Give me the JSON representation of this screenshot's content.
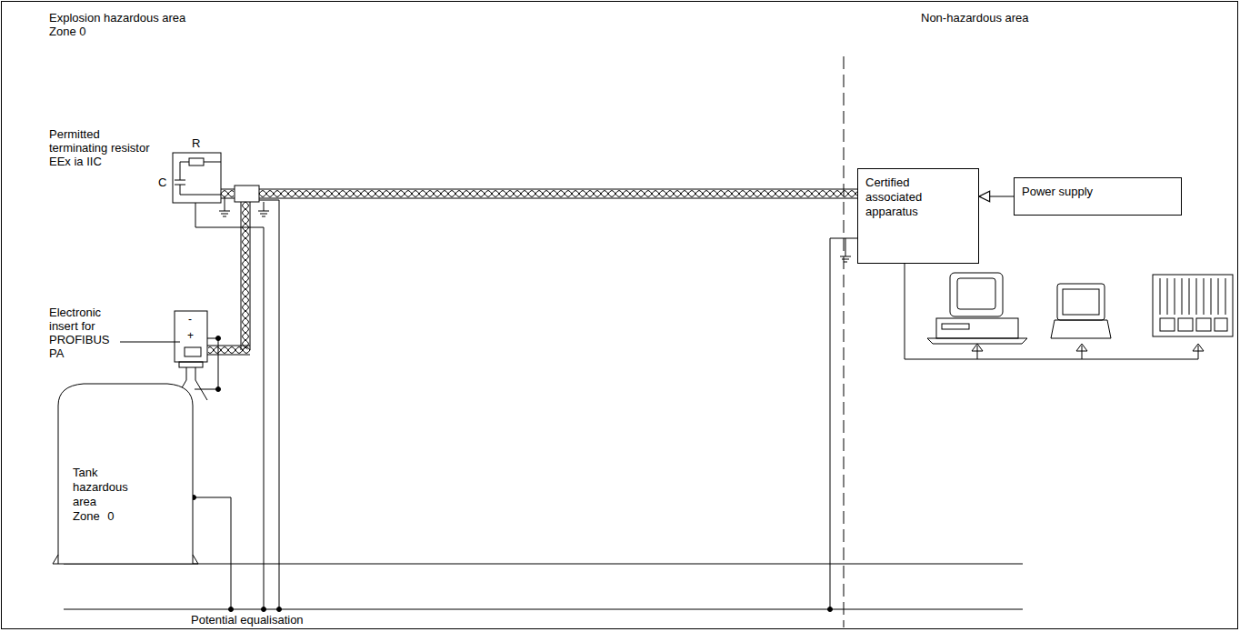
{
  "diagram": {
    "nodes": [
      {
        "text": [
          "Tank hazardous area Zone 0"
        ]
      },
      {
        "text": [
          "Certified associated apparatus"
        ]
      },
      {
        "text": [
          "Power supply"
        ]
      }
    ],
    "edges": [
      {
        "from": 2,
        "to": 1,
        "arrow": "to"
      }
    ],
    "labels": [
      "Explosion hazardous area Zone 0",
      "Non-hazardous area",
      "Permitted terminating resistor EEx ia IIC",
      "R",
      "C",
      "Electronic insert for PROFIBUS PA",
      "-",
      "+",
      "Potential equalisation"
    ]
  }
}
